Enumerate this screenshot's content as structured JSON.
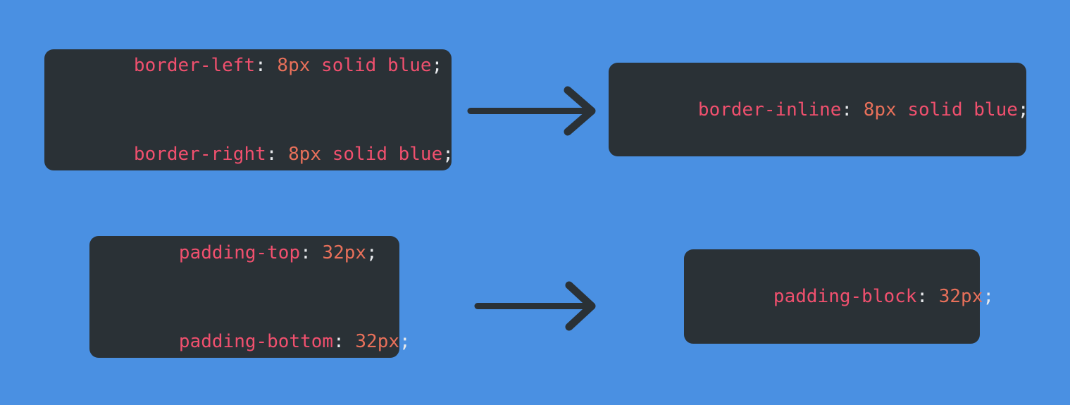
{
  "theme": {
    "background_color": "#4a90e2",
    "card_color": "#2a3136",
    "property_color": "#f0506e",
    "value_number_color": "#e8705a",
    "punctuation_color": "#e8eaed",
    "arrow_color": "#2a3136"
  },
  "rows": [
    {
      "id": "border",
      "physical": {
        "lines": [
          {
            "property": "border-left",
            "colon": ":",
            "value_number": "8px",
            "value_keywords": "solid blue",
            "semicolon": ";"
          },
          {
            "property": "border-right",
            "colon": ":",
            "value_number": "8px",
            "value_keywords": "solid blue",
            "semicolon": ";"
          }
        ]
      },
      "arrow": {
        "direction": "right"
      },
      "logical": {
        "lines": [
          {
            "property": "border-inline",
            "colon": ":",
            "value_number": "8px",
            "value_keywords": "solid blue",
            "semicolon": ";"
          }
        ]
      }
    },
    {
      "id": "padding",
      "physical": {
        "lines": [
          {
            "property": "padding-top",
            "colon": ":",
            "value_number": "32px",
            "value_keywords": "",
            "semicolon": ";"
          },
          {
            "property": "padding-bottom",
            "colon": ":",
            "value_number": "32px",
            "value_keywords": "",
            "semicolon": ";"
          }
        ]
      },
      "arrow": {
        "direction": "right"
      },
      "logical": {
        "lines": [
          {
            "property": "padding-block",
            "colon": ":",
            "value_number": "32px",
            "value_keywords": "",
            "semicolon": ";"
          }
        ]
      }
    }
  ]
}
